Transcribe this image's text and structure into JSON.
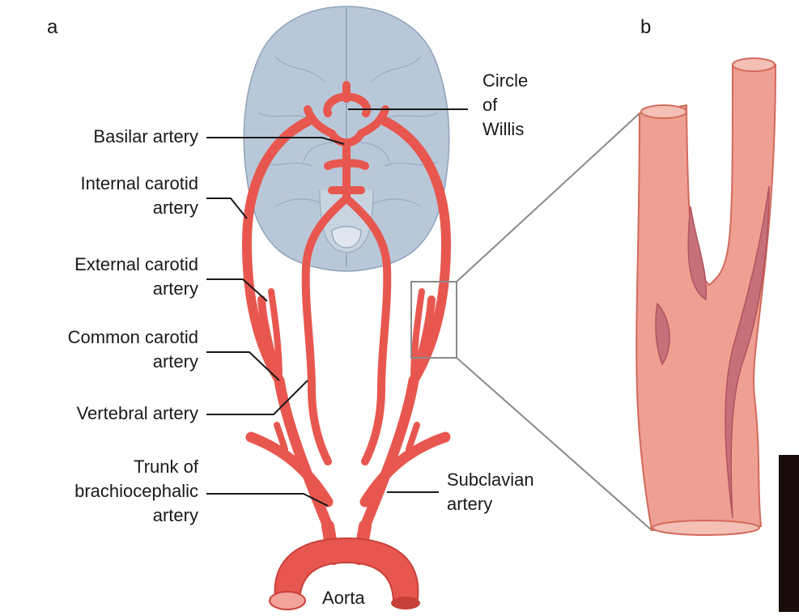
{
  "panels": {
    "a": "a",
    "b": "b"
  },
  "labels": {
    "circle_of_willis": [
      "Circle",
      "of",
      "Willis"
    ],
    "basilar_artery": [
      "Basilar artery"
    ],
    "internal_carotid": [
      "Internal carotid",
      "artery"
    ],
    "external_carotid": [
      "External carotid",
      "artery"
    ],
    "common_carotid": [
      "Common carotid",
      "artery"
    ],
    "vertebral_artery": [
      "Vertebral artery"
    ],
    "trunk_brachiocephalic": [
      "Trunk of",
      "brachiocephalic",
      "artery"
    ],
    "subclavian_artery": [
      "Subclavian",
      "artery"
    ],
    "aorta": [
      "Aorta"
    ]
  },
  "colors": {
    "artery": "#e8574f",
    "artery_dark": "#c8403a",
    "brain": "#b7c6d6",
    "brain_line": "#8da1b6",
    "vessel_b": "#eea092",
    "vessel_b_edge": "#d36a5c",
    "plaque": "#c6707a",
    "leader": "#1a1a1a"
  }
}
